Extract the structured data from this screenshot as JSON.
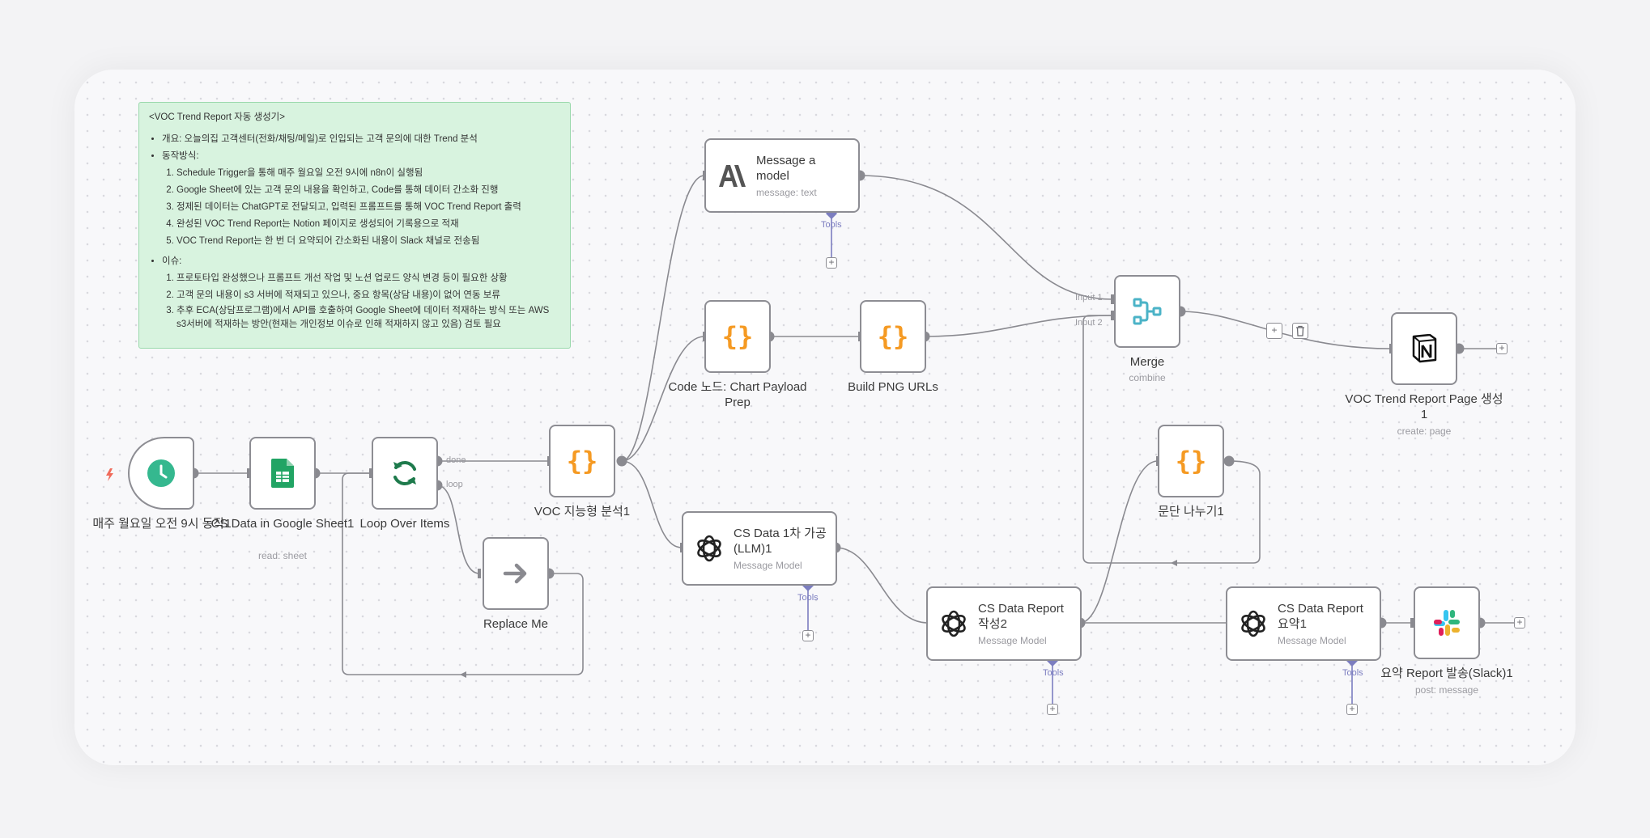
{
  "sticky": {
    "title": "<VOC Trend Report 자동 생성기>",
    "overview": "개요: 오늘의집 고객센터(전화/채팅/메일)로 인입되는 고객 문의에 대한 Trend 분석",
    "method_label": "동작방식:",
    "method_steps": [
      "Schedule Trigger을 통해 매주 월요일 오전 9시에 n8n이 실행됨",
      "Google Sheet에 있는 고객 문의 내용을 확인하고, Code를 통해 데이터 간소화 진행",
      "정제된 데이터는 ChatGPT로 전달되고, 입력된 프롬프트를 통해 VOC Trend Report 출력",
      "완성된 VOC Trend Report는 Notion 페이지로 생성되어 기록용으로 적재",
      "VOC Trend Report는 한 번 더 요약되어 간소화된 내용이 Slack 채널로 전송됨"
    ],
    "issue_label": "이슈:",
    "issue_steps": [
      "프로토타입 완성했으나 프롬프트 개선 작업 및 노션 업로드 양식 변경 등이 필요한 상황",
      "고객 문의 내용이 s3 서버에 적재되고 있으나, 중요 항목(상담 내용)이 없어 연동 보류",
      "추후 ECA(상담프로그램)에서 API를 호출하여 Google Sheet에 데이터 적재하는 방식 또는 AWS s3서버에 적재하는 방안(현재는 개인정보 이슈로 인해 적재하지 않고 있음) 검토 필요"
    ]
  },
  "nodes": {
    "trigger": {
      "label": "매주 월요일 오전 9시 동작1",
      "icon": "clock-icon",
      "color": "#35b88f"
    },
    "sheets": {
      "label": "CS Data in Google Sheet1",
      "sub": "read: sheet",
      "icon": "google-sheets-icon",
      "color": "#21a464"
    },
    "loop": {
      "label": "Loop Over Items",
      "icon": "loop-icon",
      "color": "#1e7a4c",
      "out_done": "done",
      "out_loop": "loop"
    },
    "replace": {
      "label": "Replace Me",
      "icon": "arrow-right-icon"
    },
    "voc": {
      "label": "VOC 지능형 분석1",
      "icon": "code-braces-icon",
      "color": "#f59a23"
    },
    "message": {
      "title": "Message a model",
      "sub": "message: text",
      "icon": "anthropic-icon",
      "tools": "Tools"
    },
    "code": {
      "label": "Code 노드: Chart Payload Prep",
      "icon": "code-braces-icon"
    },
    "png": {
      "label": "Build PNG URLs",
      "icon": "code-braces-icon"
    },
    "cs1": {
      "title": "CS Data 1차 가공 (LLM)1",
      "sub": "Message Model",
      "icon": "openai-icon",
      "tools": "Tools"
    },
    "merge": {
      "label": "Merge",
      "sub": "combine",
      "icon": "merge-icon",
      "color": "#4bb3c7",
      "in1": "Input 1",
      "in2": "Input 2"
    },
    "notion": {
      "label": "VOC Trend Report Page 생성1",
      "sub": "create: page",
      "icon": "notion-icon"
    },
    "split": {
      "label": "문단 나누기1",
      "icon": "code-braces-icon"
    },
    "report2": {
      "title": "CS Data Report 작성2",
      "sub": "Message Model",
      "icon": "openai-icon",
      "tools": "Tools"
    },
    "summary": {
      "title": "CS Data Report 요약1",
      "sub": "Message Model",
      "icon": "openai-icon",
      "tools": "Tools"
    },
    "slack": {
      "label": "요약 Report 발송(Slack)1",
      "sub": "post: message",
      "icon": "slack-icon"
    }
  },
  "colors": {
    "wire": "#8a8a90",
    "tools": "#7c7ec0",
    "trigger_bolt": "#f06b5b"
  }
}
